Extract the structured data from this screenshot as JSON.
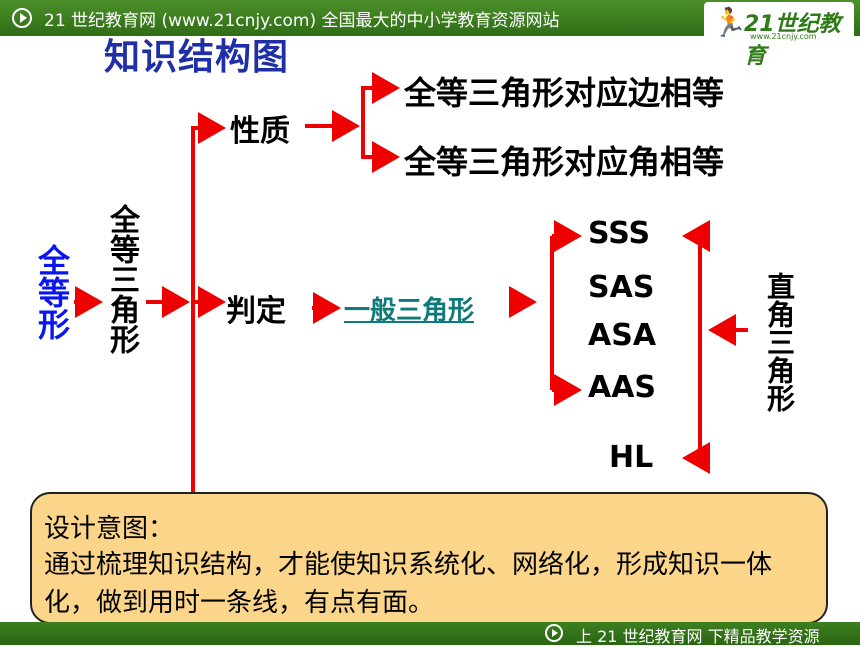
{
  "header": {
    "text": "21 世纪教育网 (www.21cnjy.com)  全国最大的中小学教育资源网站",
    "logo_text": "21世纪教育",
    "logo_url": "www.21cnjy.com"
  },
  "footer": {
    "text": "上 21 世纪教育网  下精品教学资源"
  },
  "title": "知识结构图",
  "diagram": {
    "root": "全等形",
    "level1": "全等三角形",
    "properties_label": "性质",
    "property_1": "全等三角形对应边相等",
    "property_2": "全等三角形对应角相等",
    "criteria_label": "判定",
    "general_triangle": "一般三角形",
    "criteria": [
      "SSS",
      "SAS",
      "ASA",
      "AAS",
      "HL"
    ],
    "right_triangle": "直角三角形"
  },
  "note": {
    "heading": "设计意图：",
    "body": "通过梳理知识结构，才能使知识系统化、网络化，形成知识一体化，做到用时一条线，有点有面。"
  },
  "colors": {
    "arrow": "#ee0000",
    "title": "#1f2fa8",
    "root": "#0a16ee",
    "link": "#0e7a7a",
    "note_bg": "#fbd68a"
  }
}
